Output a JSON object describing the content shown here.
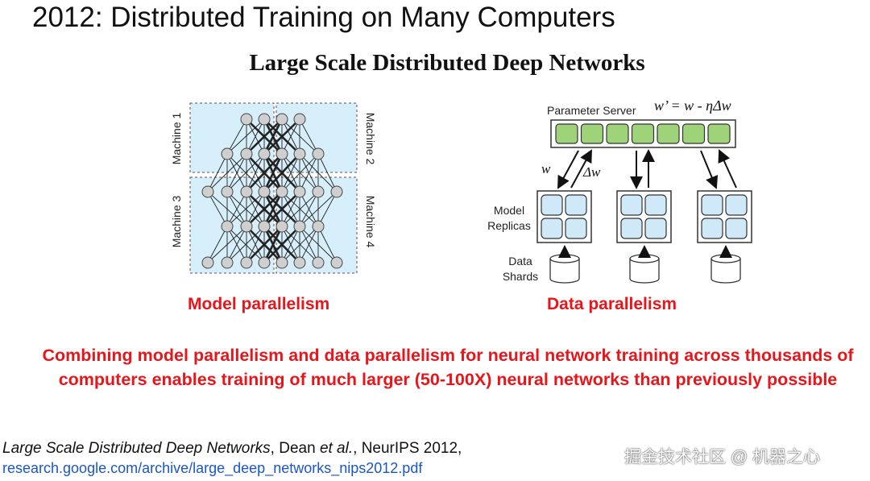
{
  "slide": {
    "title": "2012: Distributed Training on Many Computers",
    "paper_title": "Large Scale Distributed Deep Networks"
  },
  "model_parallel": {
    "machines": [
      "Machine 1",
      "Machine 2",
      "Machine 3",
      "Machine 4"
    ],
    "caption": "Model parallelism"
  },
  "data_parallel": {
    "server_label": "Parameter Server",
    "update_rule": "w’ = w - ηΔw",
    "arrow_down_label": "w",
    "arrow_up_label": "Δw",
    "replicas_label": [
      "Model",
      "Replicas"
    ],
    "shards_label": [
      "Data",
      "Shards"
    ],
    "caption": "Data parallelism"
  },
  "summary": "Combining model parallelism and data parallelism for neural network training across thousands of computers enables training of much larger (50-100X) neural networks than previously possible",
  "citation": {
    "title": "Large Scale Distributed Deep Networks",
    "authors_prefix": ", Dean ",
    "et_al": "et al.",
    "venue": ", NeurIPS 2012,",
    "link": "research.google.com/archive/large_deep_networks_nips2012.pdf"
  },
  "watermark": "掘金技术社区 @ 机器之心",
  "colors": {
    "caption_red": "#e8161b",
    "link_blue": "#1a56c9",
    "machine_fill": "#d6effa",
    "server_cell_green": "#9fd37a",
    "replica_cell_blue": "#cfe9f8",
    "node_gray": "#cfcfcf"
  }
}
